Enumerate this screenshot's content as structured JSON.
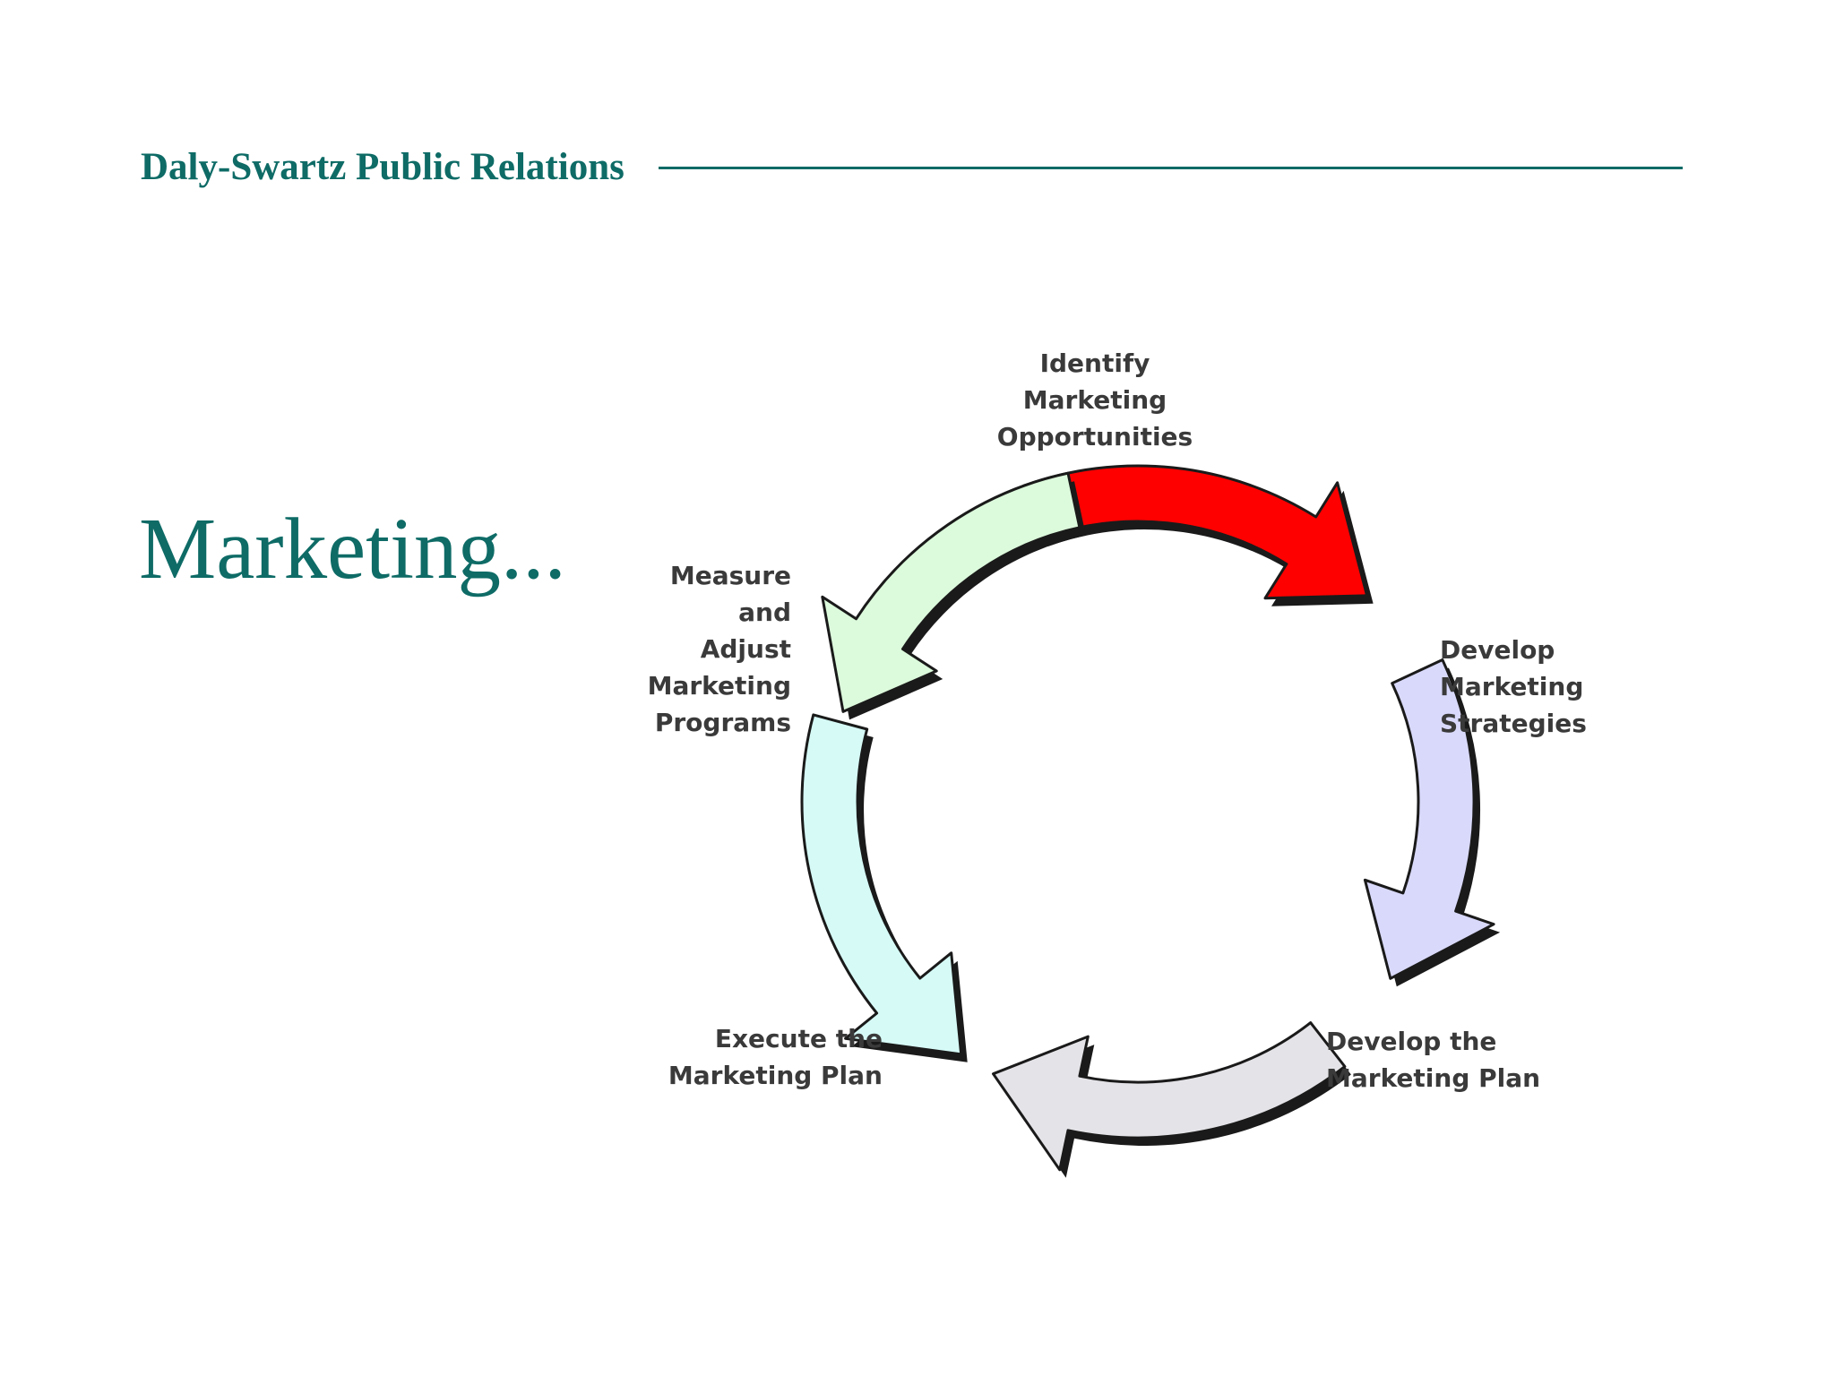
{
  "header": {
    "company": "Daly-Swartz Public Relations"
  },
  "title": "Marketing...",
  "colors": {
    "brand_teal": "#0e6b66",
    "identify_arrow": "#ff0000",
    "strategies_arrow": "#d9d9fb",
    "plan_arrow": "#e4e4e8",
    "execute_arrow": "#d6fbf7",
    "measure_arrow": "#dcfadc"
  },
  "cycle": {
    "steps": [
      {
        "lines": [
          "Identify",
          "Marketing",
          "Opportunities"
        ]
      },
      {
        "lines": [
          "Develop",
          "Marketing",
          "Strategies"
        ]
      },
      {
        "lines": [
          "Develop the",
          "Marketing Plan"
        ]
      },
      {
        "lines": [
          "Execute the",
          "Marketing Plan"
        ]
      },
      {
        "lines": [
          "Measure",
          "and",
          "Adjust",
          "Marketing",
          "Programs"
        ]
      }
    ]
  }
}
